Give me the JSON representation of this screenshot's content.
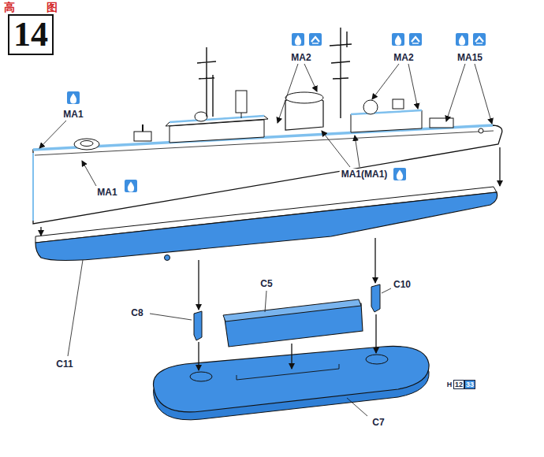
{
  "diagram": {
    "nodes": [
      {
        "text": [
          "14"
        ]
      }
    ],
    "labels": [
      "高",
      "图",
      "MA1",
      "MA2",
      "MA2",
      "MA15",
      "MA1",
      "MA1(MA1)",
      "C11",
      "C8",
      "C5",
      "C10",
      "C7",
      "H",
      "12",
      "33"
    ]
  }
}
